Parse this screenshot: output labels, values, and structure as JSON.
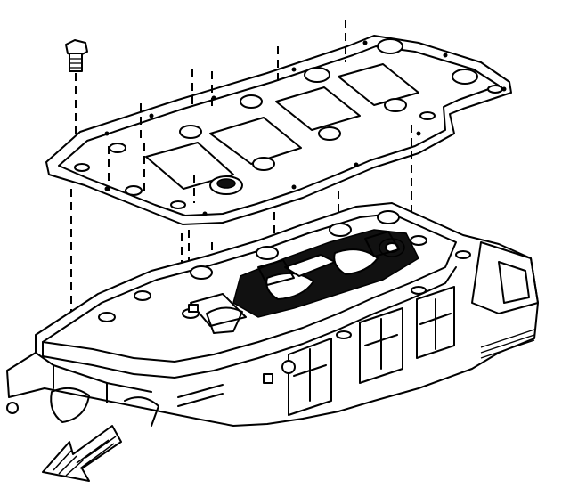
{
  "diagram": {
    "components": [
      {
        "name": "bolt",
        "icon": "bolt-icon"
      },
      {
        "name": "upper-plate",
        "icon": "plate-icon"
      },
      {
        "name": "engine-block",
        "icon": "block-icon"
      },
      {
        "name": "direction-arrow",
        "icon": "arrow-icon"
      }
    ]
  }
}
